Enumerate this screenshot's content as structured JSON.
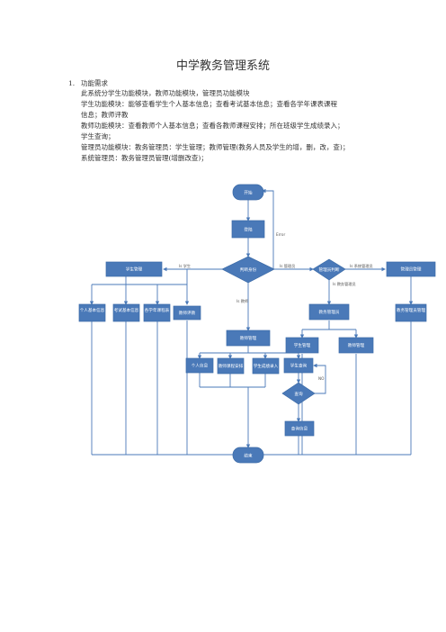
{
  "doc": {
    "title": "中学教务管理系统",
    "section_num": "1.",
    "section_title": "功能需求",
    "lines": [
      "此系统分学生功能模块，教师功能模块，管理员功能模块",
      "学生功能模块：能够查看学生个人基本信息；查看考试基本信息；查看各学年课表课程",
      "信息；教师评教",
      "教师功能模块：查看教师个人基本信息；查看各教师课程安排；所在班级学生成绩录入；",
      "学生查询；",
      "管理员功能模块：教务管理员：学生管理；教师管理(教务人员及学生的增，删，改，查)；",
      "系统管理员：教务管理员管理(增删改查)；"
    ]
  },
  "flow": {
    "start": "开始",
    "login": "登陆",
    "error": "Error",
    "judge": "判断身份",
    "is_student": "Is 学生",
    "is_admin": "Is 管理员",
    "is_teacher": "Is 教师",
    "admin_judge": "管理员判断",
    "is_sys_admin": "Is 系统管理员",
    "is_edu_admin": "Is 教务管理员",
    "student_mgmt_top": "学生管理",
    "admin_mgmt": "管理员管理",
    "stu_personal_info": "个人基本信息",
    "exam_info": "考试基本信息",
    "course_table": "各学年课程表",
    "teacher_eval": "教师评教",
    "teacher_mgmt_main": "教师管理",
    "edu_admin": "教务管理员",
    "edu_admin_mgmt": "教务管理员管理",
    "student_mgmt": "学生管理",
    "teacher_mgmt": "教师管理",
    "t_personal_info": "个人信息",
    "t_course_arr": "教师课程安排",
    "grade_entry": "学生成绩录入",
    "student_query": "学生查询",
    "query": "查询",
    "no": "NO",
    "query_info": "查询信息",
    "end": "结束"
  }
}
